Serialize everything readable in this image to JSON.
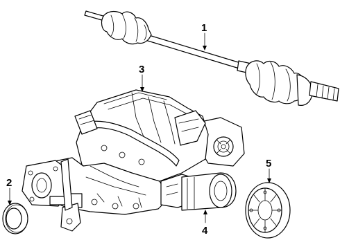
{
  "callouts": [
    {
      "id": "1",
      "label": "1"
    },
    {
      "id": "2",
      "label": "2"
    },
    {
      "id": "3",
      "label": "3"
    },
    {
      "id": "4",
      "label": "4"
    },
    {
      "id": "5",
      "label": "5"
    }
  ],
  "parts": [
    {
      "callout": "1",
      "icon": "axle-shaft-icon"
    },
    {
      "callout": "2",
      "icon": "seal-ring-icon"
    },
    {
      "callout": "3",
      "icon": "differential-housing-icon"
    },
    {
      "callout": "4",
      "icon": "actuator-motor-icon"
    },
    {
      "callout": "5",
      "icon": "cover-plate-icon"
    }
  ]
}
